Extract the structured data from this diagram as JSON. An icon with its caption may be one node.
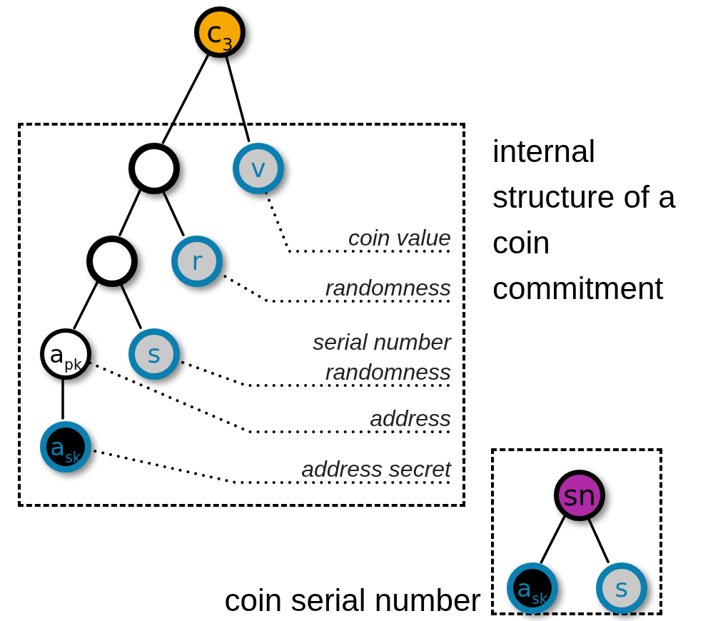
{
  "diagram": {
    "nodes": [
      {
        "text": [
          "internal structure of a coin commitment"
        ]
      },
      {
        "text": [
          "c$_{3}$"
        ]
      },
      {
        "text": [],
        "shape": "circle",
        "in": 0
      },
      {
        "text": [
          "v"
        ],
        "in": 0
      },
      {
        "text": [],
        "shape": "circle",
        "in": 0
      },
      {
        "text": [
          "r"
        ],
        "in": 0
      },
      {
        "text": [
          "a$_{pk}$"
        ],
        "in": 0
      },
      {
        "text": [
          "s"
        ],
        "in": 0
      },
      {
        "text": [
          "a$_{sk}$"
        ],
        "in": 0
      },
      {
        "text": [
          "coin value"
        ],
        "in": 0
      },
      {
        "text": [
          "randomness"
        ],
        "in": 0
      },
      {
        "text": [
          "serial number randomness"
        ],
        "in": 0
      },
      {
        "text": [
          "address"
        ],
        "in": 0
      },
      {
        "text": [
          "address secret"
        ],
        "in": 0
      },
      {
        "text": [
          "coin serial number"
        ]
      },
      {
        "text": [
          "sn"
        ],
        "in": 14
      },
      {
        "text": [
          "a$_{sk}$"
        ],
        "in": 14
      },
      {
        "text": [
          "s"
        ],
        "in": 14
      }
    ],
    "edges": [
      {
        "from": 1,
        "to": 2,
        "arrow": "none"
      },
      {
        "from": 1,
        "to": 3,
        "arrow": "none"
      },
      {
        "from": 2,
        "to": 4,
        "arrow": "none"
      },
      {
        "from": 2,
        "to": 5,
        "arrow": "none"
      },
      {
        "from": 4,
        "to": 6,
        "arrow": "none"
      },
      {
        "from": 4,
        "to": 7,
        "arrow": "none"
      },
      {
        "from": 6,
        "to": 8,
        "arrow": "none"
      },
      {
        "from": 9,
        "to": 3,
        "arrow": "none",
        "style": "dashed"
      },
      {
        "from": 10,
        "to": 5,
        "arrow": "none",
        "style": "dashed"
      },
      {
        "from": 11,
        "to": 7,
        "arrow": "none",
        "style": "dashed"
      },
      {
        "from": 12,
        "to": 6,
        "arrow": "none",
        "style": "dashed"
      },
      {
        "from": 13,
        "to": 8,
        "arrow": "none",
        "style": "dashed"
      },
      {
        "from": 15,
        "to": 16,
        "arrow": "none"
      },
      {
        "from": 15,
        "to": 17,
        "arrow": "none"
      }
    ]
  }
}
